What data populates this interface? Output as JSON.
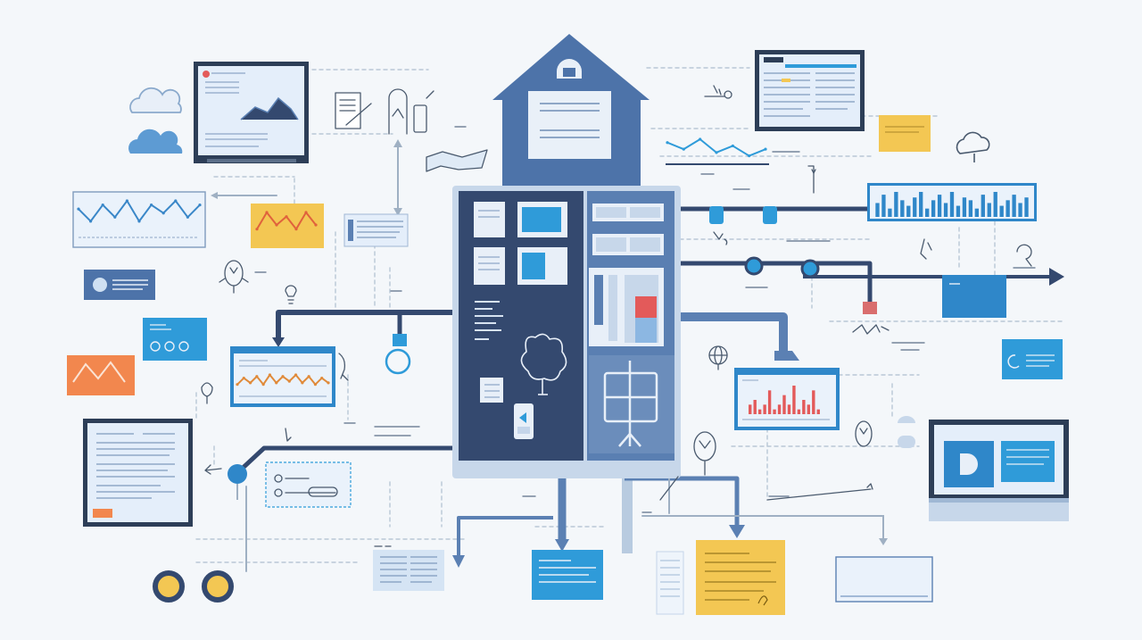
{
  "palette": {
    "background": "#f4f7fa",
    "navy": "#34496f",
    "steel": "#5b80b3",
    "sky": "#2f9bd9",
    "accent_yellow": "#f3c753",
    "accent_orange": "#f2874e",
    "accent_red": "#e35a5a",
    "pale_blue": "#e4eefa",
    "outline_navy": "#2d3e57"
  },
  "icons": [
    "house-icon",
    "cloud-icon",
    "lightbulb-icon",
    "globe-icon",
    "tree-sketch-icon",
    "mobile-phone-icon",
    "magnifier-icon",
    "document-sketch-icon"
  ],
  "chart_data": [
    {
      "type": "line",
      "values": [
        5,
        2,
        6,
        3,
        7,
        2,
        6,
        4,
        7,
        3,
        6
      ]
    },
    {
      "type": "line",
      "values": [
        2,
        6,
        3,
        5,
        2,
        6,
        3
      ]
    },
    {
      "type": "line",
      "values": [
        3,
        7,
        4,
        8,
        3,
        9,
        4,
        8,
        5,
        9,
        4,
        8,
        3,
        7,
        4
      ]
    },
    {
      "type": "line",
      "values": [
        6,
        4,
        7,
        3,
        5,
        2,
        4
      ]
    },
    {
      "type": "bar",
      "values": [
        5,
        8,
        3,
        9,
        6,
        4,
        7,
        9,
        3,
        6,
        8,
        5,
        9,
        4,
        7,
        6,
        3,
        8,
        5,
        9,
        4,
        6,
        8,
        5,
        7
      ]
    },
    {
      "type": "bar",
      "values": [
        2,
        3,
        1,
        2,
        5,
        1,
        2,
        4,
        2,
        6,
        1,
        3,
        2,
        5,
        1
      ]
    }
  ]
}
